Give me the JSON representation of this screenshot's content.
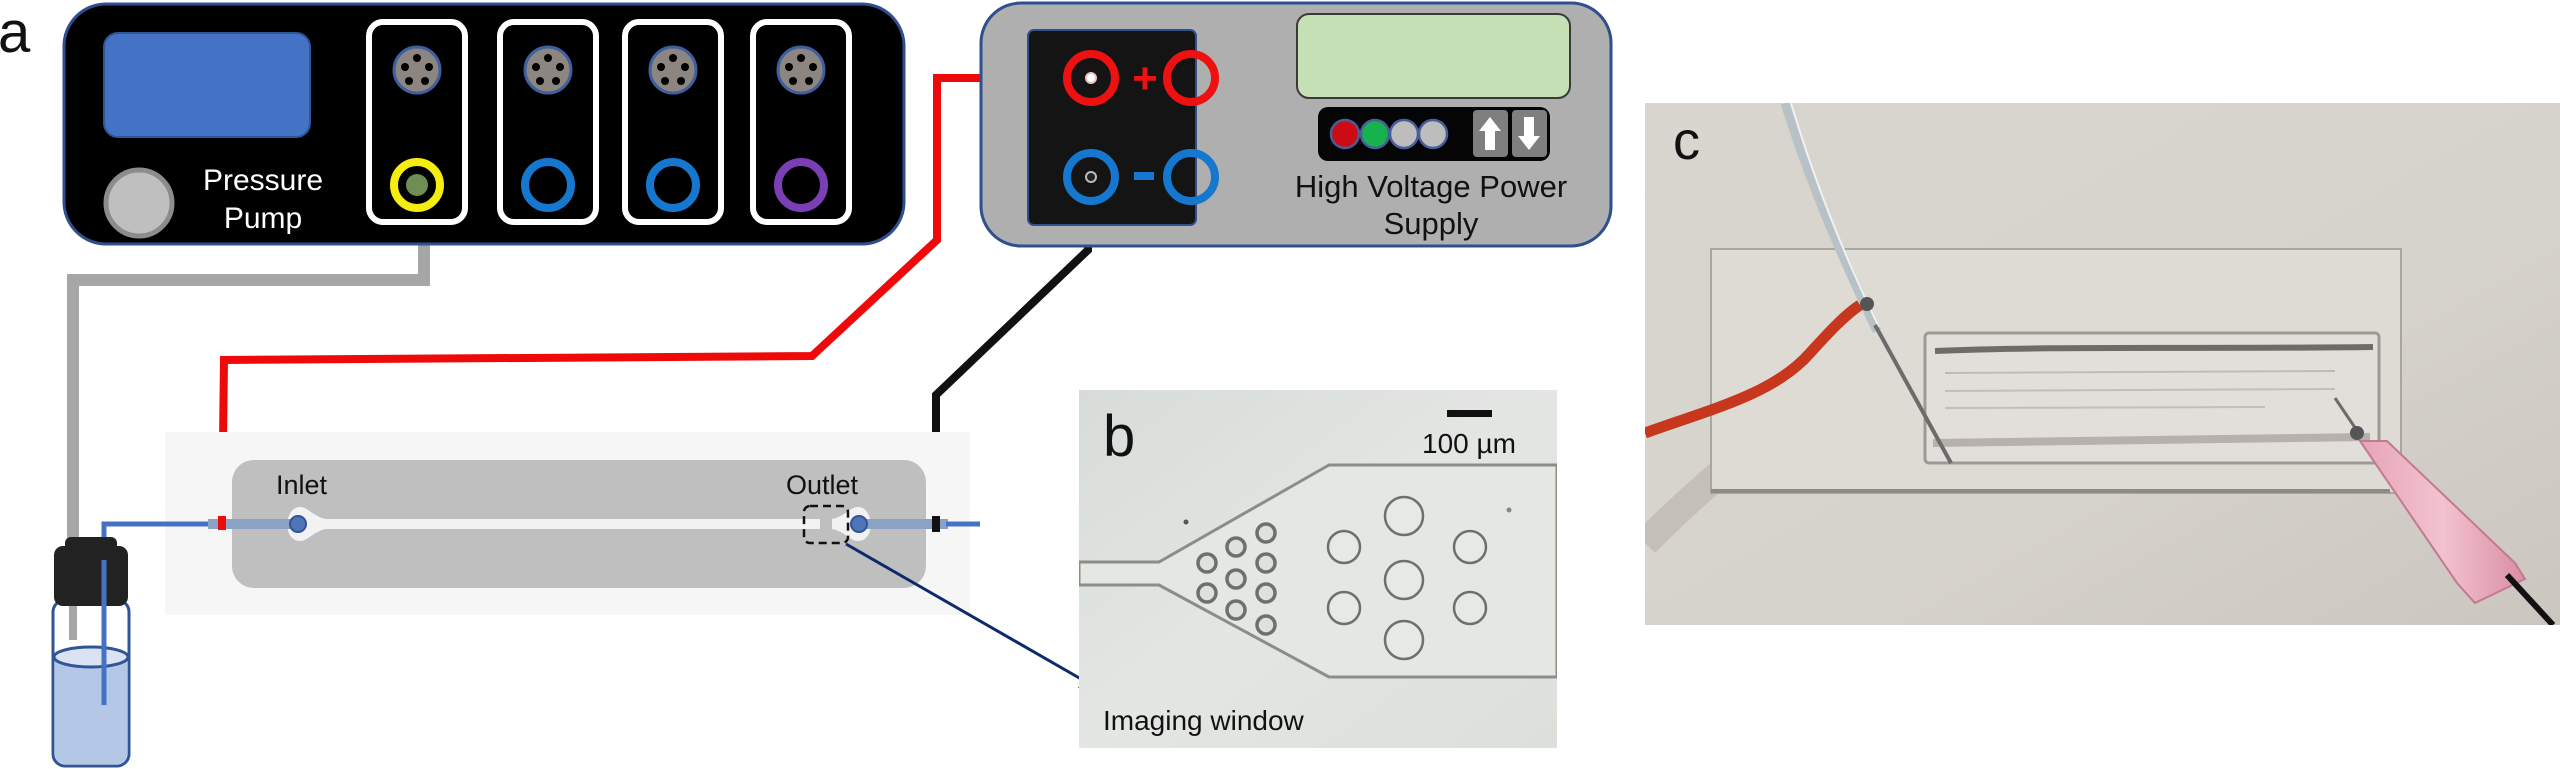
{
  "figure": {
    "panels": {
      "a": {
        "label": "a",
        "pressure_pump": {
          "label_line1": "Pressure",
          "label_line2": "Pump",
          "modules": [
            {
              "connector": "5-pin-socket",
              "port_color": "#f5ec10",
              "connected": true
            },
            {
              "connector": "5-pin-socket",
              "port_color": "#1677cf",
              "connected": false
            },
            {
              "connector": "5-pin-socket",
              "port_color": "#1677cf",
              "connected": false
            },
            {
              "connector": "5-pin-socket",
              "port_color": "#7a3fb5",
              "connected": false
            }
          ]
        },
        "power_supply": {
          "label_line1": "High Voltage Power",
          "label_line2": "Supply",
          "positive_symbol": "+",
          "negative_symbol": "−",
          "positive_color": "#ee1111",
          "negative_color": "#1677cf",
          "indicators": [
            "#cc0c14",
            "#18b150",
            "#bdbdbd",
            "#bdbdbd"
          ],
          "buttons": [
            "up-arrow",
            "down-arrow"
          ]
        },
        "chip": {
          "inlet_label": "Inlet",
          "outlet_label": "Outlet"
        },
        "wire_colors": {
          "positive": "#ee0a0a",
          "negative": "#111111",
          "pressure_line": "#a6a6a6",
          "fluid_line": "#4472c4",
          "pointer": "#0f2a6b"
        }
      },
      "b": {
        "label": "b",
        "scale_bar": "100 µm",
        "caption": "Imaging window"
      },
      "c": {
        "label": "c"
      }
    }
  }
}
